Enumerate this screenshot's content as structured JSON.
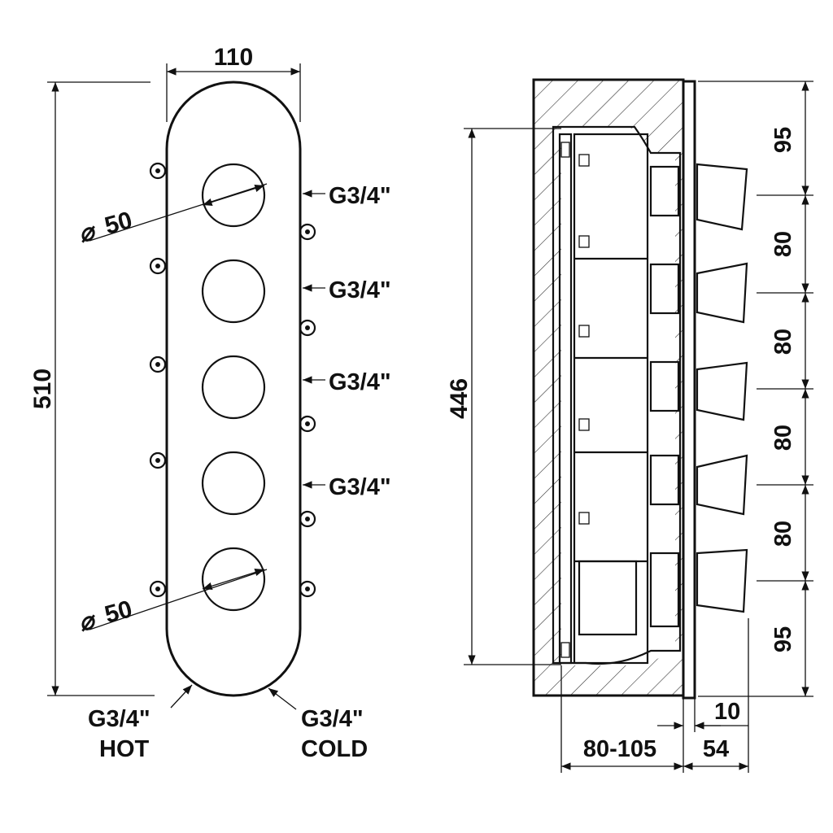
{
  "front_view": {
    "width_label": "110",
    "height_label": "510",
    "diameter_top_label": "50",
    "diameter_bottom_label": "50",
    "diameter_symbol": "⌀",
    "outlet_labels": [
      "G3/4\"",
      "G3/4\"",
      "G3/4\"",
      "G3/4\""
    ],
    "hot_thread_label": "G3/4\"",
    "hot_label": "HOT",
    "cold_thread_label": "G3/4\"",
    "cold_label": "COLD"
  },
  "side_view": {
    "height_label": "446",
    "spacing_labels": [
      "95",
      "80",
      "80",
      "80",
      "80",
      "95"
    ],
    "plate_label": "10",
    "depth_label": "80-105",
    "projection_label": "54"
  },
  "colors": {
    "line": "#111111",
    "background": "#ffffff"
  }
}
